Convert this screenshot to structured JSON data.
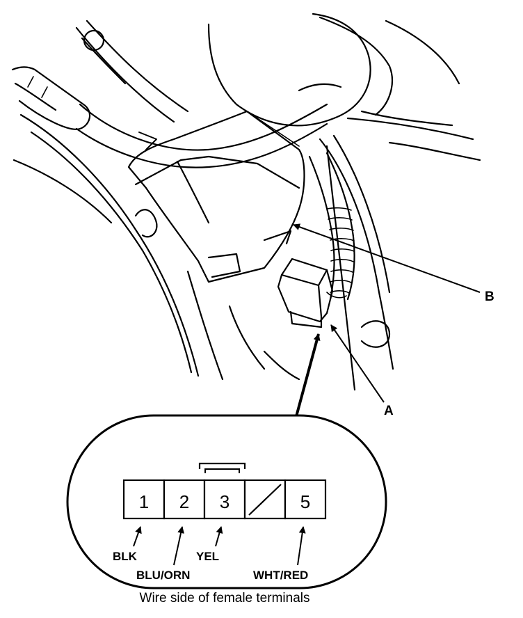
{
  "callouts": {
    "connector": "A",
    "bracket": "B"
  },
  "terminals": [
    {
      "number": "1",
      "wire": "BLK"
    },
    {
      "number": "2",
      "wire": "BLU/ORN"
    },
    {
      "number": "3",
      "wire": "YEL"
    },
    {
      "number": "",
      "wire": ""
    },
    {
      "number": "5",
      "wire": "WHT/RED"
    }
  ],
  "caption": "Wire side of female terminals",
  "colors": {
    "ink": "#000000",
    "paper": "#ffffff"
  }
}
